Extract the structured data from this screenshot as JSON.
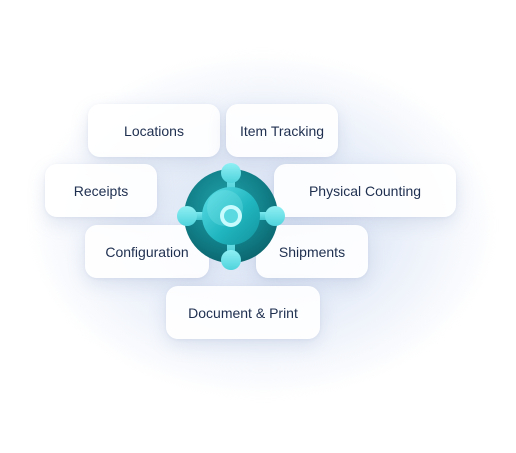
{
  "diagram": {
    "center": {
      "icon": "business-central-logo-icon"
    },
    "modules": {
      "locations": "Locations",
      "item_tracking": "Item Tracking",
      "receipts": "Receipts",
      "physical_counting": "Physical Counting",
      "configuration": "Configuration",
      "shipments": "Shipments",
      "document_print": "Document & Print"
    }
  },
  "colors": {
    "logo_dark": "#0f7f87",
    "logo_mid": "#1fb0b8",
    "logo_light": "#74e6ec",
    "text": "#1e2f4f",
    "card_bg": "#ffffff",
    "glow": "#dfe7f6"
  }
}
